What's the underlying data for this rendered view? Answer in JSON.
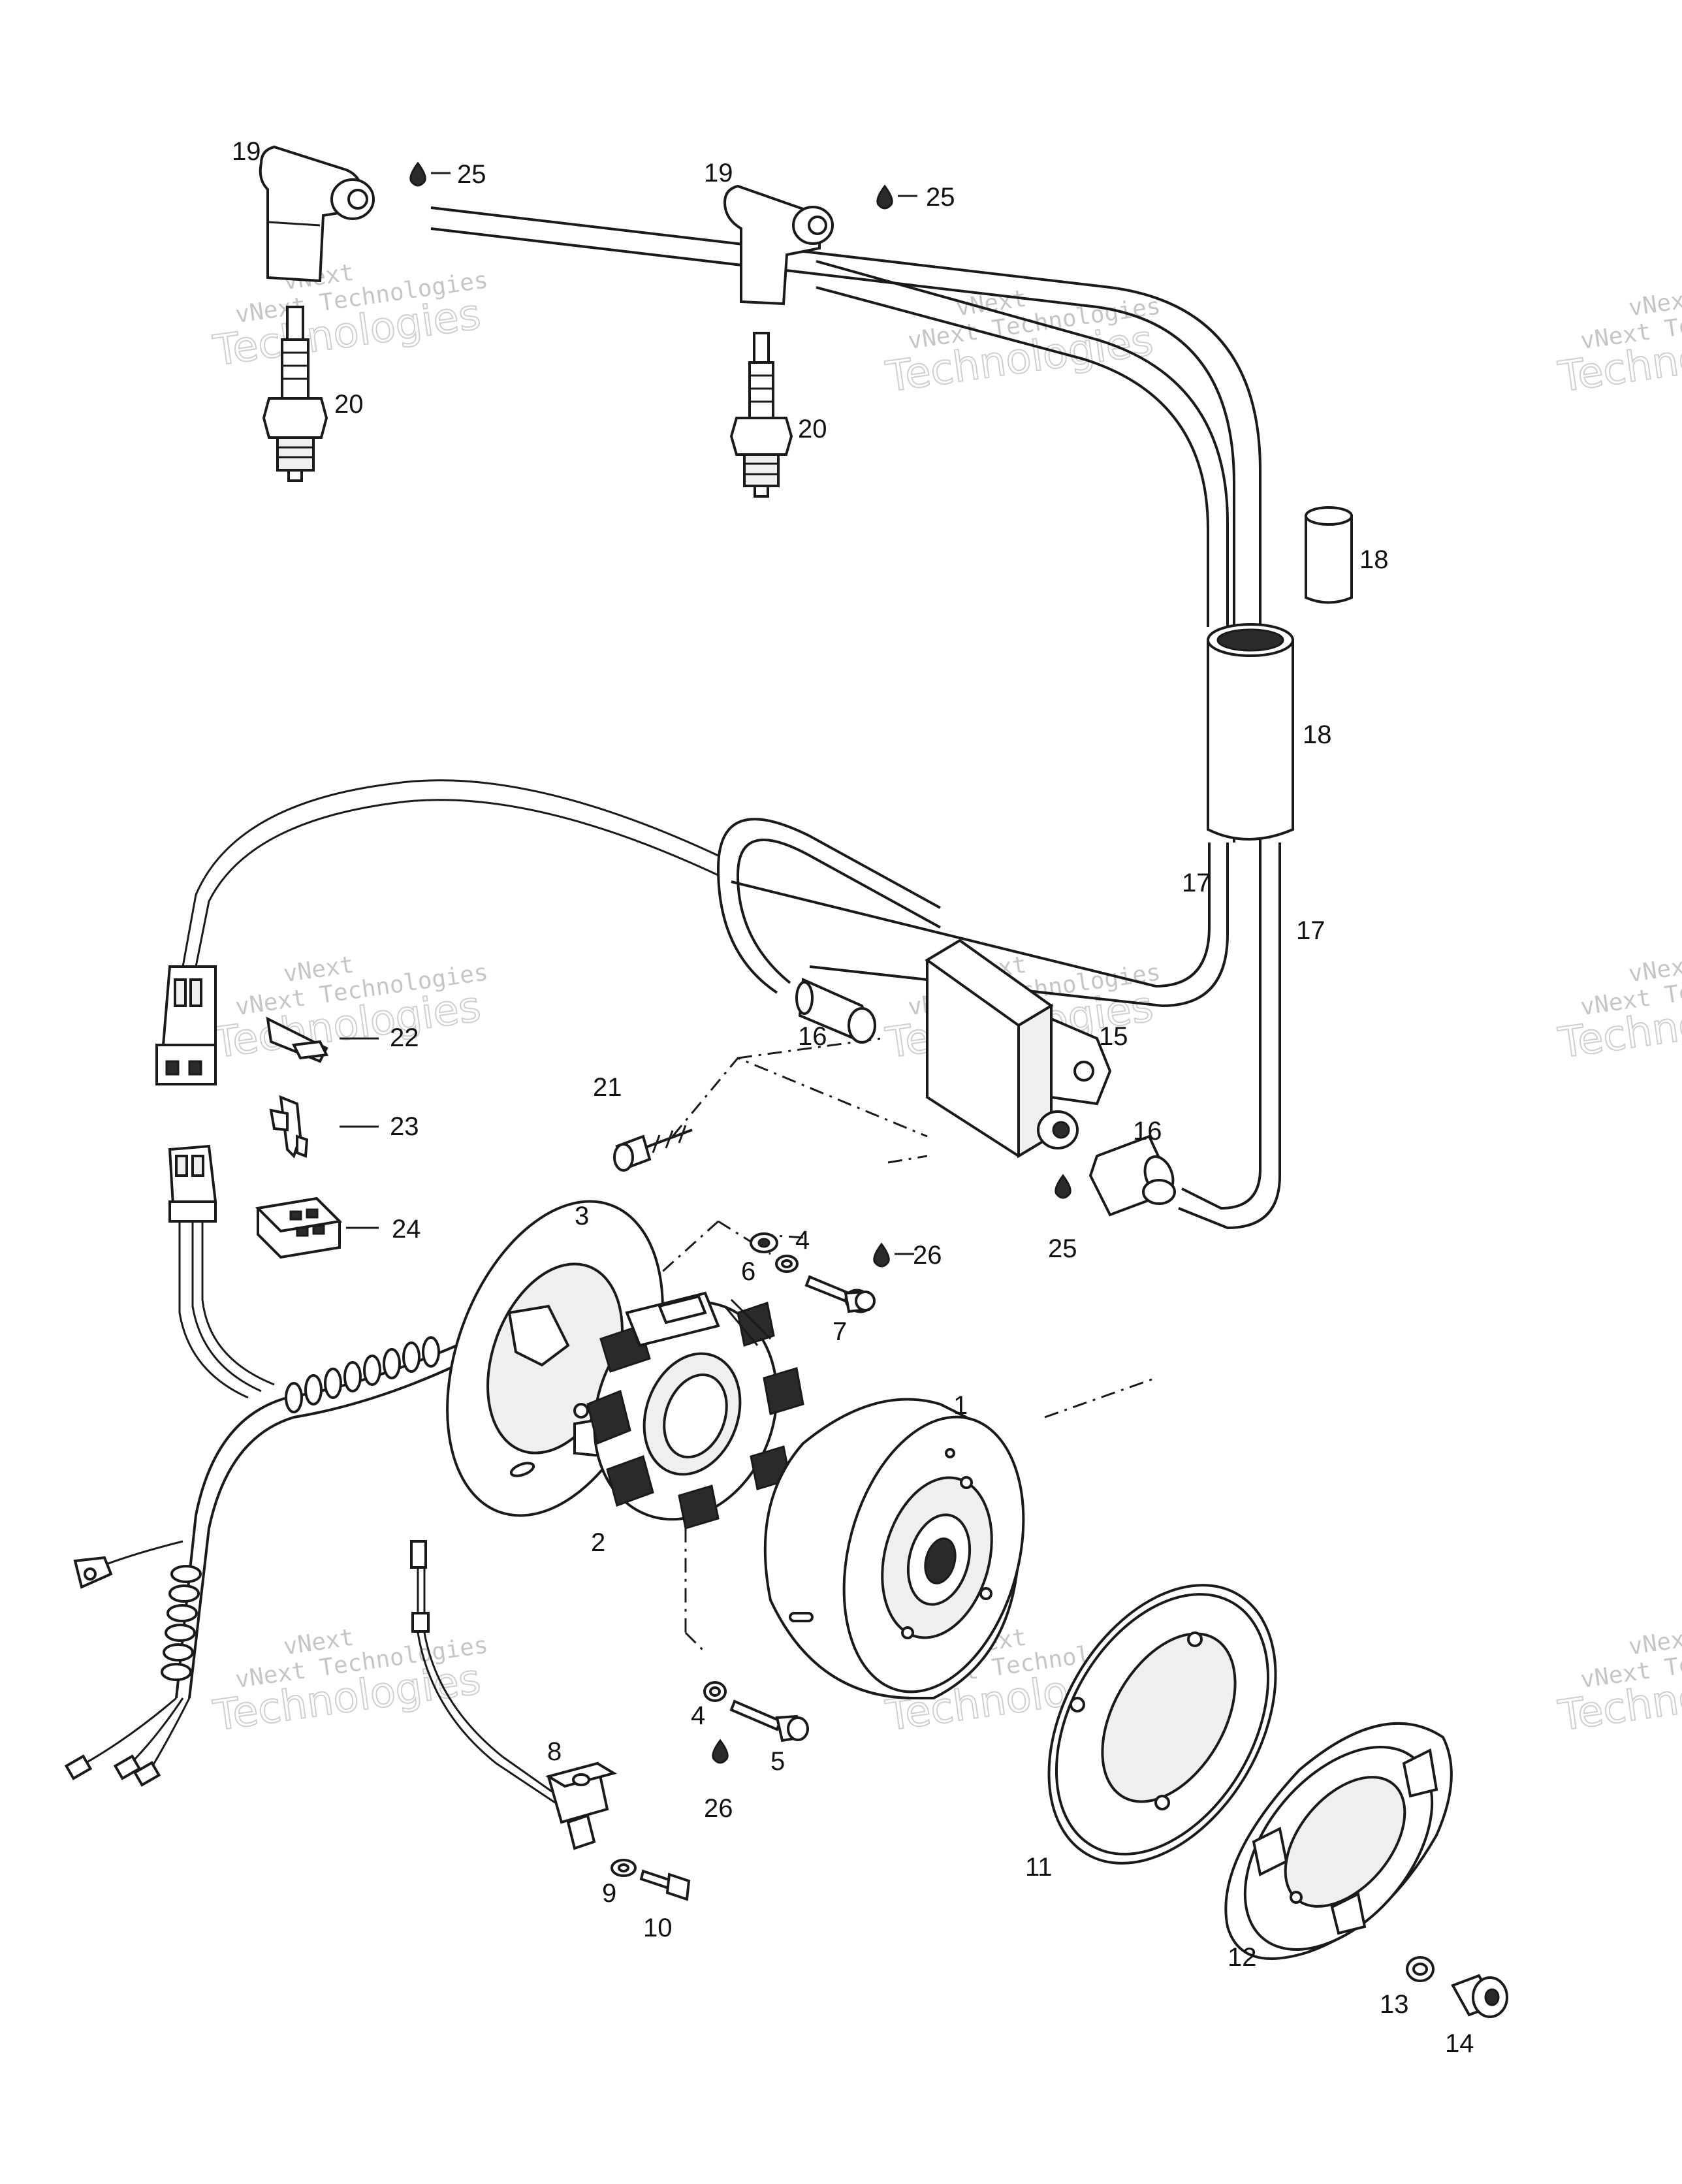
{
  "diagram": {
    "watermark": {
      "line1": "vNext",
      "line2": "vNext Technologies",
      "line3": "Technologies"
    },
    "callouts": [
      {
        "id": "1",
        "label": "1"
      },
      {
        "id": "2",
        "label": "2"
      },
      {
        "id": "3",
        "label": "3"
      },
      {
        "id": "4a",
        "label": "4"
      },
      {
        "id": "4b",
        "label": "4"
      },
      {
        "id": "5",
        "label": "5"
      },
      {
        "id": "6",
        "label": "6"
      },
      {
        "id": "7",
        "label": "7"
      },
      {
        "id": "8",
        "label": "8"
      },
      {
        "id": "9",
        "label": "9"
      },
      {
        "id": "10",
        "label": "10"
      },
      {
        "id": "11",
        "label": "11"
      },
      {
        "id": "12",
        "label": "12"
      },
      {
        "id": "13",
        "label": "13"
      },
      {
        "id": "14",
        "label": "14"
      },
      {
        "id": "15",
        "label": "15"
      },
      {
        "id": "16a",
        "label": "16"
      },
      {
        "id": "16b",
        "label": "16"
      },
      {
        "id": "17a",
        "label": "17"
      },
      {
        "id": "17b",
        "label": "17"
      },
      {
        "id": "18a",
        "label": "18"
      },
      {
        "id": "18b",
        "label": "18"
      },
      {
        "id": "19a",
        "label": "19"
      },
      {
        "id": "19b",
        "label": "19"
      },
      {
        "id": "20a",
        "label": "20"
      },
      {
        "id": "20b",
        "label": "20"
      },
      {
        "id": "21",
        "label": "21"
      },
      {
        "id": "22",
        "label": "22"
      },
      {
        "id": "23",
        "label": "23"
      },
      {
        "id": "24",
        "label": "24"
      },
      {
        "id": "25a",
        "label": "25"
      },
      {
        "id": "25b",
        "label": "25"
      },
      {
        "id": "25c",
        "label": "25"
      },
      {
        "id": "26a",
        "label": "26"
      },
      {
        "id": "26b",
        "label": "26"
      }
    ]
  }
}
